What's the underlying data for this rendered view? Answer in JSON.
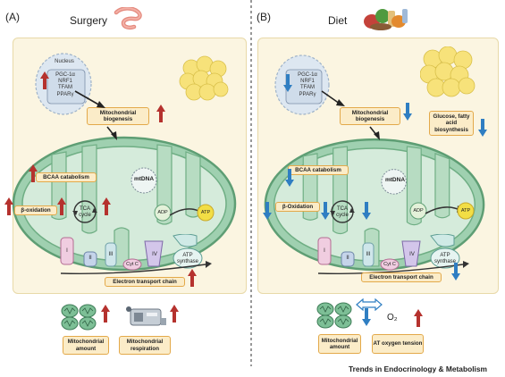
{
  "panels": [
    {
      "letter": "(A)",
      "title": "Surgery",
      "nucleus_label": "Nucleus",
      "genes": [
        "PGC-1α",
        "NRF1",
        "TFAM",
        "PPARγ"
      ],
      "mito_biogenesis": "Mitochondrial biogenesis",
      "bcaa": "BCAA catabolism",
      "beta_ox": "β-oxidation",
      "mtdna": "mtDNA",
      "tca": "TCA cycle",
      "adp": "ADP",
      "atp": "ATP",
      "atp_synthase": "ATP synthase",
      "complexes": [
        "I",
        "II",
        "III",
        "Cyt C",
        "IV"
      ],
      "etc": "Electron transport chain",
      "mito_amount": "Mitochondrial amount",
      "mito_resp": "Mitochondrial respiration"
    },
    {
      "letter": "(B)",
      "title": "Diet",
      "genes": [
        "PGC-1α",
        "NRF1",
        "TFAM",
        "PPARγ"
      ],
      "mito_biogenesis": "Mitochondrial biogenesis",
      "glucose": "Glucose, fatty acid biosynthesis",
      "bcaa": "BCAA catabolism",
      "beta_ox": "β-Oxidation",
      "mtdna": "mtDNA",
      "tca": "TCA cycle",
      "adp": "ADP",
      "atp": "ATP",
      "atp_synthase": "ATP synthase",
      "complexes": [
        "I",
        "II",
        "III",
        "Cyt C",
        "IV"
      ],
      "etc": "Electron transport chain",
      "mito_amount": "Mitochondrial amount",
      "o2": "O₂",
      "at_oxygen": "AT oxygen tension"
    }
  ],
  "credit": "Trends in Endocrinology & Metabolism",
  "colors": {
    "up": "#b5322e",
    "down": "#2f7ec2",
    "panel_bg": "#fbf5e1",
    "mito": "#9fd0b0"
  }
}
